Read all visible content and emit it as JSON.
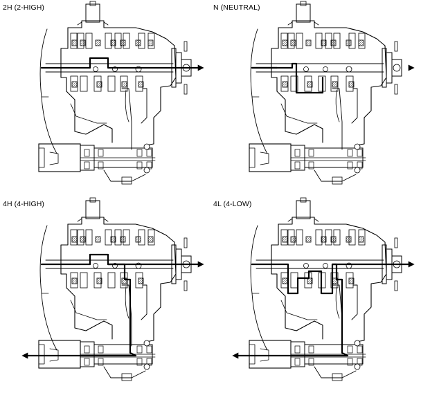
{
  "panels": [
    {
      "label": "2H (2-HIGH)",
      "power_to_front": false,
      "path": "2h"
    },
    {
      "label": "N (NEUTRAL)",
      "power_to_front": false,
      "path": "n"
    },
    {
      "label": "4H (4-HIGH)",
      "power_to_front": true,
      "path": "4h"
    },
    {
      "label": "4L (4-LOW)",
      "power_to_front": true,
      "path": "4l"
    }
  ],
  "colors": {
    "line": "#000000",
    "background": "#ffffff"
  }
}
